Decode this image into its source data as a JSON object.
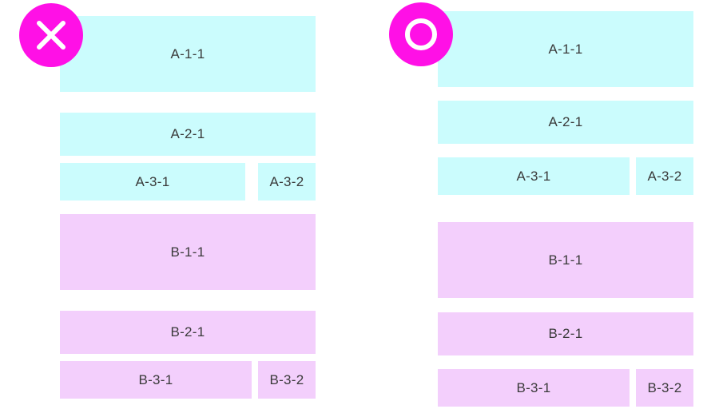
{
  "colors": {
    "group_a": "#cbfcfd",
    "group_b": "#f3cffc",
    "badge": "#ff10e6",
    "text": "#3a3a3a"
  },
  "left_panel": {
    "badge_icon": "cross-icon",
    "blocks": {
      "a11": "A-1-1",
      "a21": "A-2-1",
      "a31": "A-3-1",
      "a32": "A-3-2",
      "b11": "B-1-1",
      "b21": "B-2-1",
      "b31": "B-3-1",
      "b32": "B-3-2"
    }
  },
  "right_panel": {
    "badge_icon": "circle-icon",
    "blocks": {
      "a11": "A-1-1",
      "a21": "A-2-1",
      "a31": "A-3-1",
      "a32": "A-3-2",
      "b11": "B-1-1",
      "b21": "B-2-1",
      "b31": "B-3-1",
      "b32": "B-3-2"
    }
  }
}
